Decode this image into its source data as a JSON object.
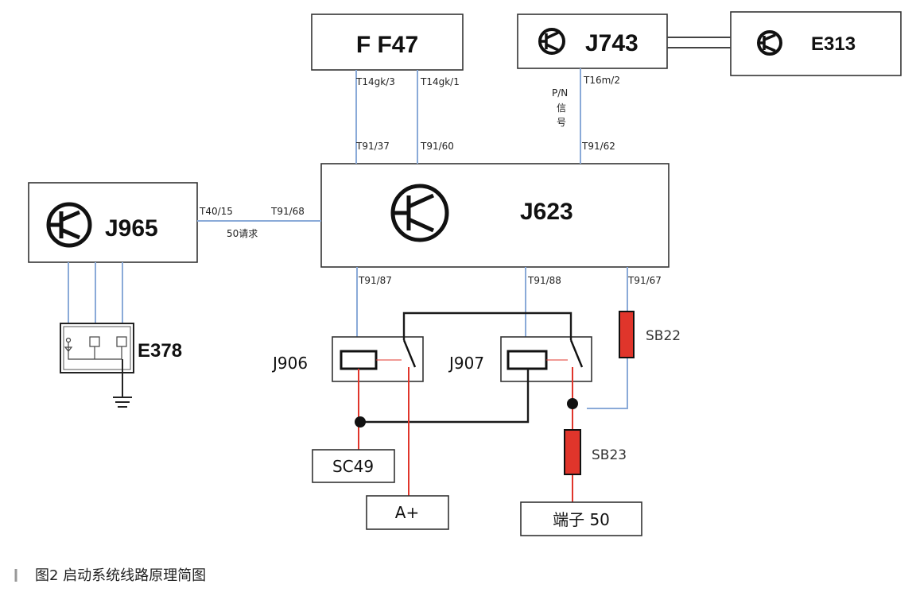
{
  "modules": {
    "f_f47": "F  F47",
    "j743": "J743",
    "e313": "E313",
    "j623": "J623",
    "j965": "J965",
    "e378": "E378",
    "j906": "J906",
    "j907": "J907",
    "sc49": "SC49",
    "a_plus": "A+",
    "terminal_50": "端子 50"
  },
  "pins": {
    "t14gk_3": "T14gk/3",
    "t14gk_1": "T14gk/1",
    "t16m_2": "T16m/2",
    "t91_37": "T91/37",
    "t91_60": "T91/60",
    "t91_62": "T91/62",
    "t40_15": "T40/15",
    "t91_68": "T91/68",
    "t91_87": "T91/87",
    "t91_88": "T91/88",
    "t91_67": "T91/67"
  },
  "signals": {
    "pn_line1": "P/N",
    "pn_line2": "信",
    "pn_line3": "号",
    "s50_request": "50请求"
  },
  "fuses": {
    "sb22": "SB22",
    "sb23": "SB23"
  },
  "caption": "图2   启动系统线路原理简图",
  "colors": {
    "signal_wire": "#8aaad8",
    "power_wire": "#e0352b",
    "fuse_fill": "#e0352b",
    "box_stroke": "#333333"
  },
  "icons": [
    "ecu-symbol-icon",
    "ground-icon"
  ]
}
